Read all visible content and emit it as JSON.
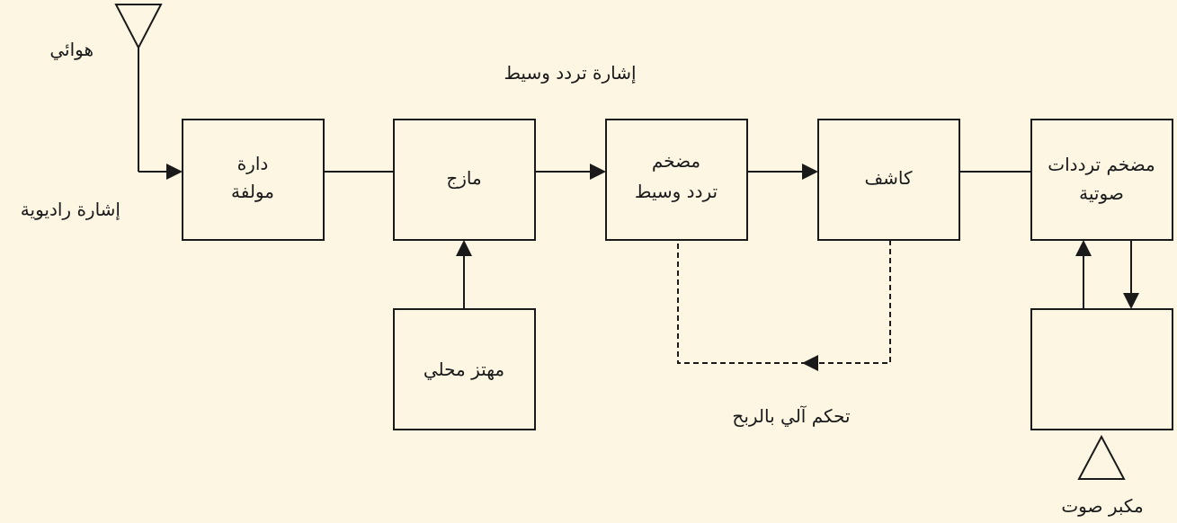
{
  "colors": {
    "background": "#fdf6e3",
    "stroke": "#1a1a1a"
  },
  "labels": {
    "antenna": "هوائي",
    "radio_signal": "إشارة راديوية",
    "if_signal": "إشارة تردد وسيط",
    "agc": "تحكم آلي بالربح",
    "speaker": "مكبر صوت"
  },
  "blocks": {
    "tuner": {
      "line1": "دارة",
      "line2": "مولفة"
    },
    "mixer": {
      "line1": "مازج"
    },
    "local_oscillator": {
      "line1": "مهتز محلي"
    },
    "if_amplifier": {
      "line1": "مضخم",
      "line2": "تردد وسيط"
    },
    "detector": {
      "line1": "كاشف"
    },
    "audio_amplifier": {
      "line1": "مضخم ترددات",
      "line2": "صوتية"
    }
  }
}
